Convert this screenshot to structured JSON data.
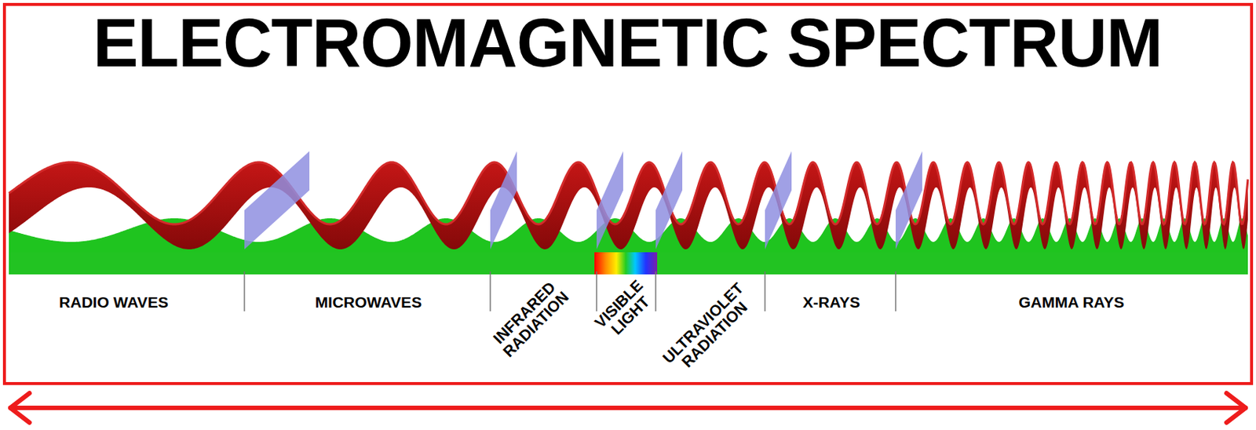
{
  "diagram": {
    "title": "ELECTROMAGNETIC SPECTRUM",
    "labels": [
      "RADIO WAVES",
      "MICROWAVES",
      "INFRARED RADIATION",
      "VISIBLE LIGHT",
      "ULTRAVIOLET RADIATION",
      "X-RAYS",
      "GAMMA RAYS"
    ]
  }
}
